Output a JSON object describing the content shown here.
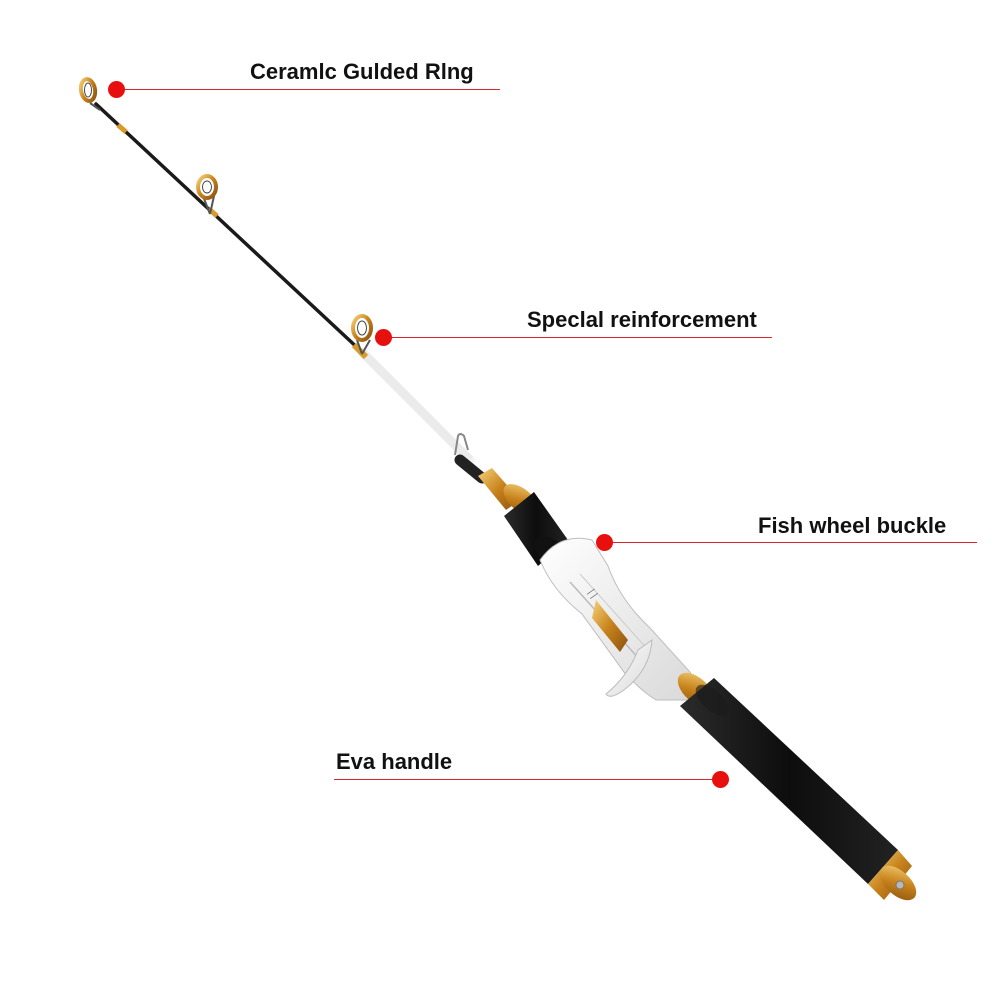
{
  "callouts": [
    {
      "id": "ceramic",
      "label": "Ceramlc Gulded Rlng"
    },
    {
      "id": "reinforcement",
      "label": "Speclal reinforcement"
    },
    {
      "id": "wheel",
      "label": "Fish wheel buckle"
    },
    {
      "id": "handle",
      "label": "Eva handle"
    }
  ],
  "colors": {
    "accent": "#e8100f",
    "line": "#d9262b",
    "blank": "#1a1a1a",
    "gold": "#d99a2b",
    "foam": "#141414",
    "seat": "#f2f2f2"
  }
}
